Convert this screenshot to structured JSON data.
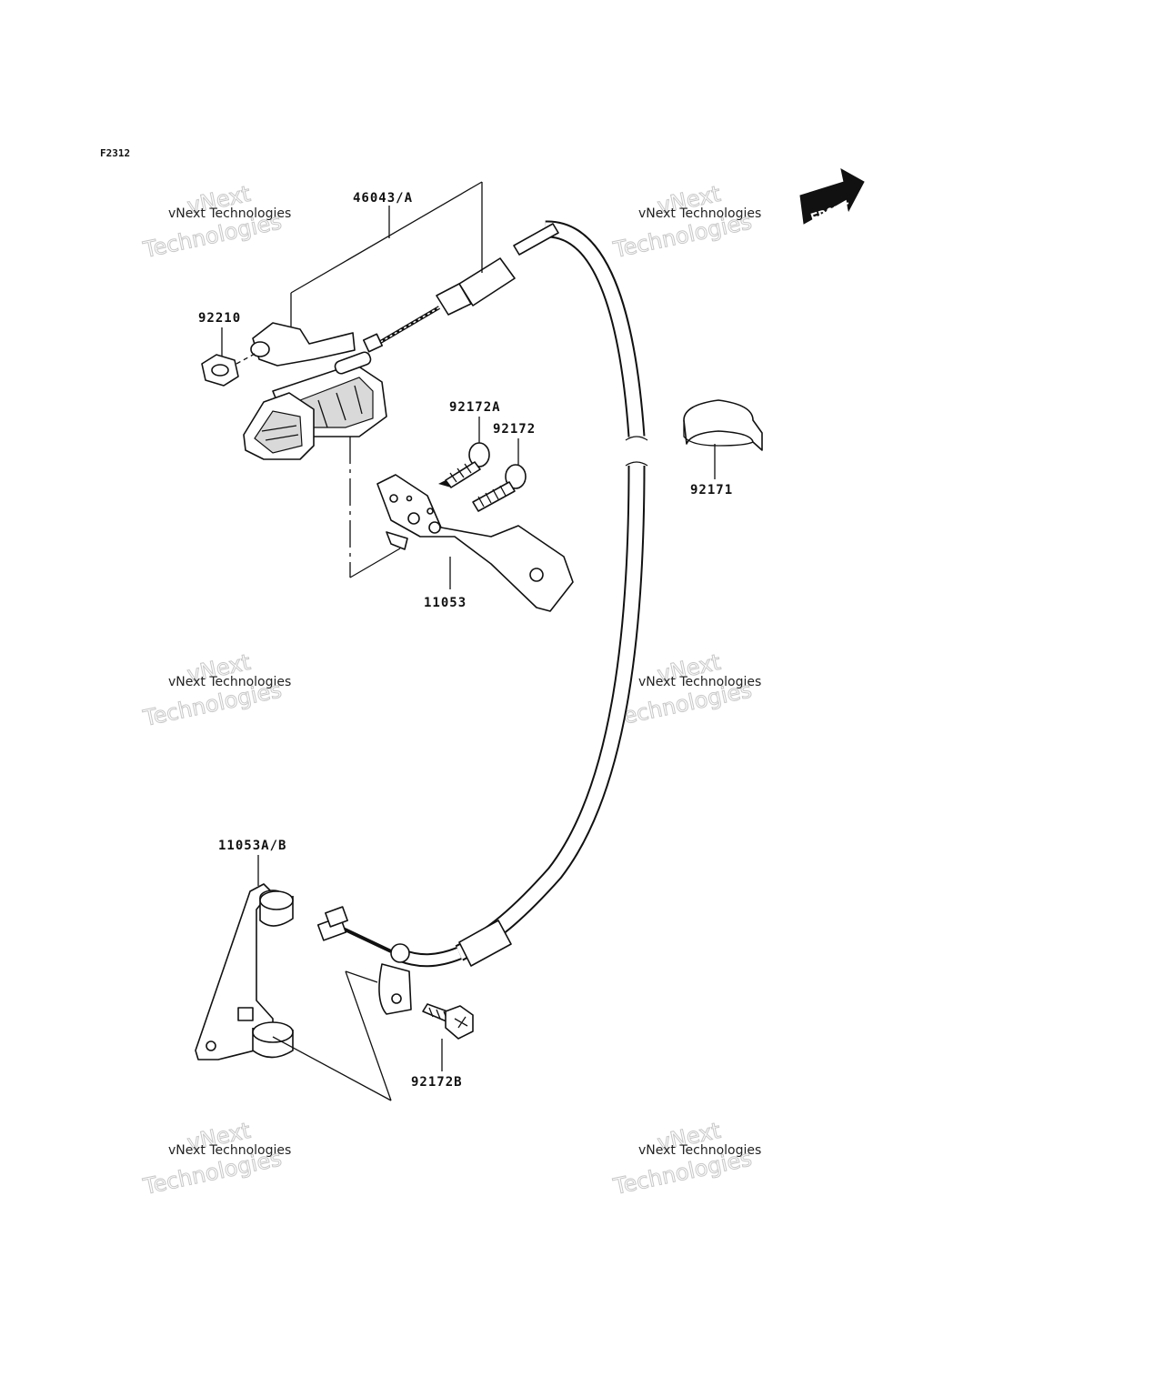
{
  "figure_code": "F2312",
  "front_label": "FRONT",
  "watermark": {
    "line1": "vNext Technologies",
    "line2": "vNext",
    "line3": "Technologies"
  },
  "parts": [
    {
      "id": "46043-A",
      "label": "46043/A"
    },
    {
      "id": "92210",
      "label": "92210"
    },
    {
      "id": "92172A",
      "label": "92172A"
    },
    {
      "id": "92172",
      "label": "92172"
    },
    {
      "id": "92171",
      "label": "92171"
    },
    {
      "id": "11053",
      "label": "11053"
    },
    {
      "id": "11053A-B",
      "label": "11053A/B"
    },
    {
      "id": "92172B",
      "label": "92172B"
    }
  ]
}
